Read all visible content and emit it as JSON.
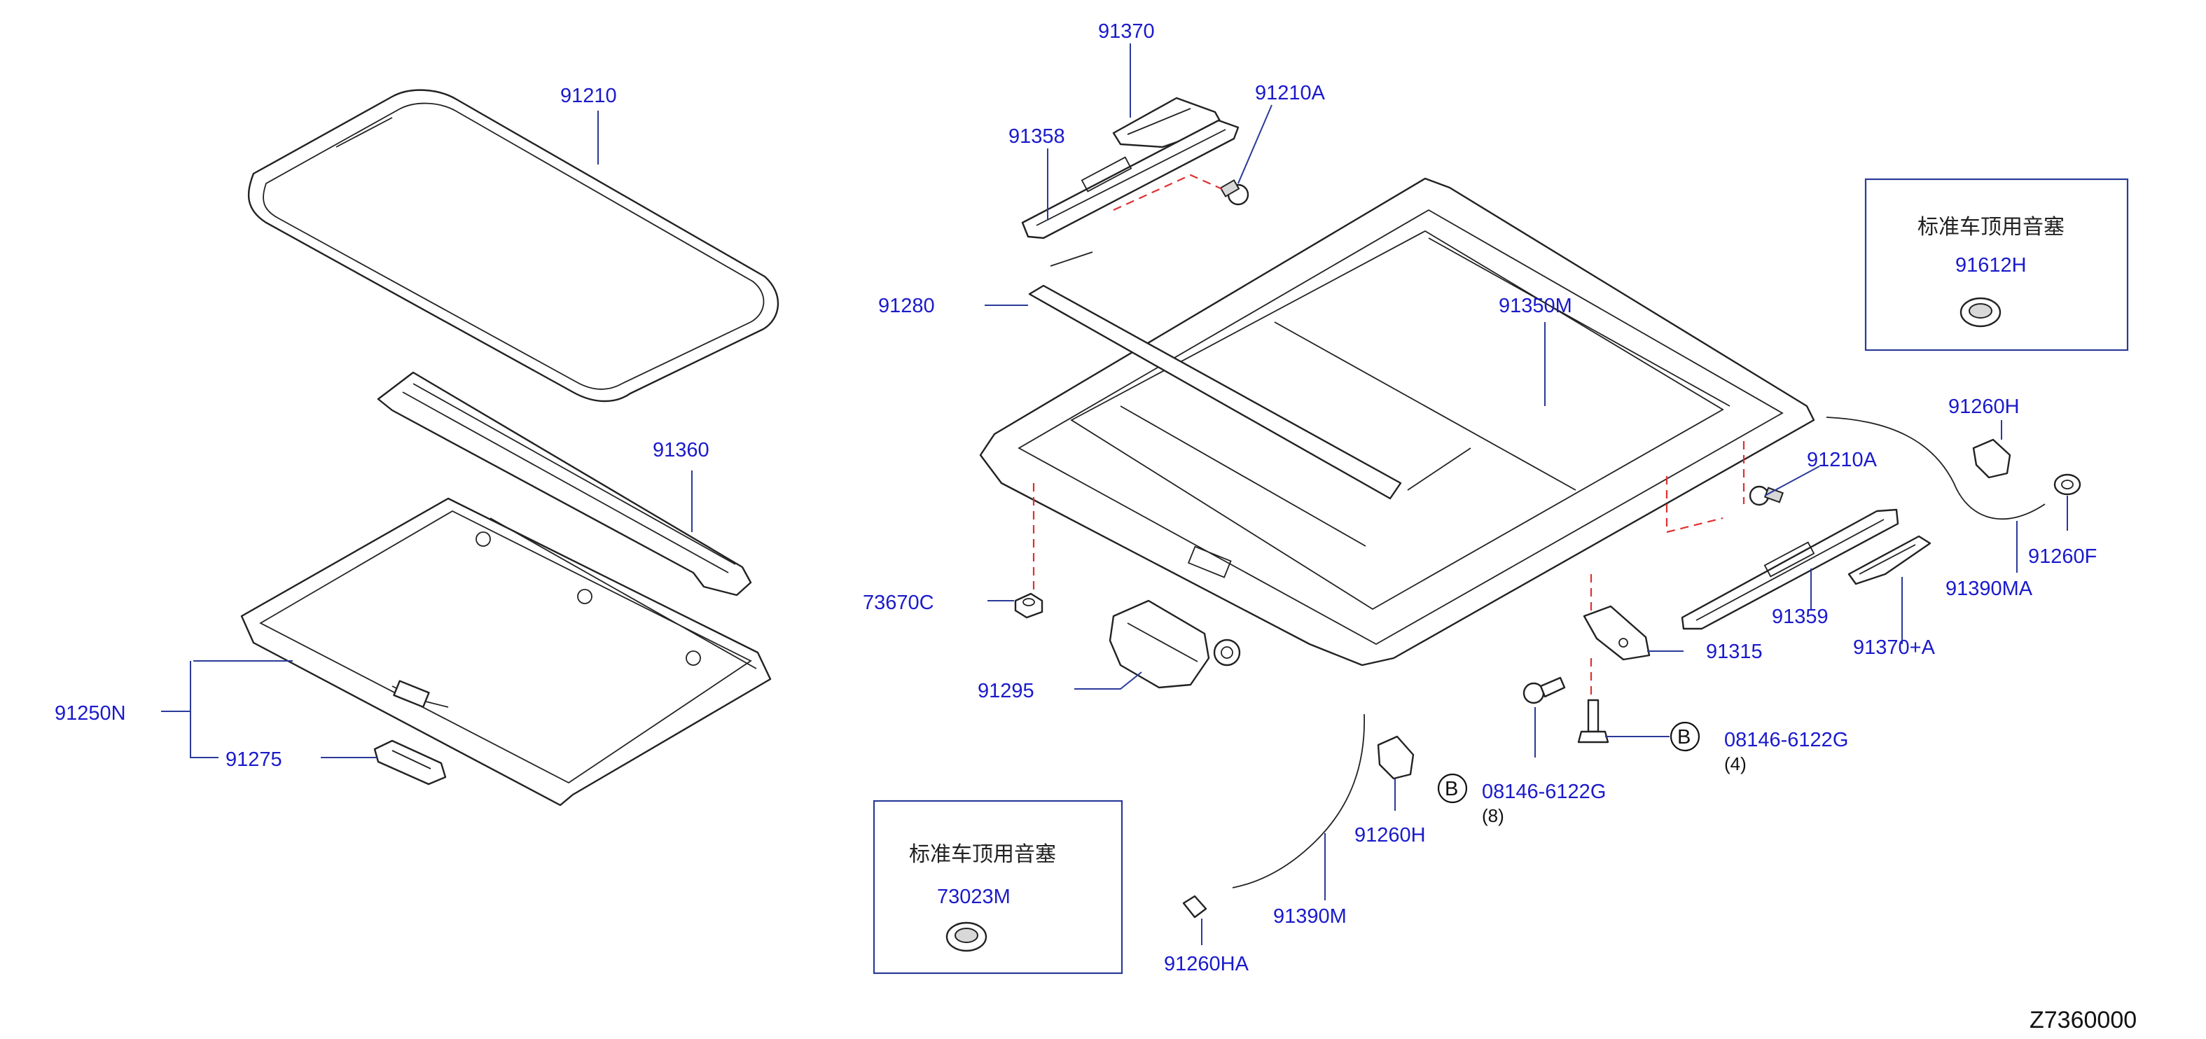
{
  "diagram_code": "Z7360000",
  "labels": {
    "p91210": "91210",
    "p91360": "91360",
    "p91250N": "91250N",
    "p91275": "91275",
    "p91370": "91370",
    "p91358": "91358",
    "p91210A_top": "91210A",
    "p91280": "91280",
    "p91350M": "91350M",
    "p73670C": "73670C",
    "p91295": "91295",
    "p91210A_right": "91210A",
    "p91359": "91359",
    "p91315": "91315",
    "p91370A": "91370+A",
    "p91260H_right": "91260H",
    "p91260F": "91260F",
    "p91390MA": "91390MA",
    "p91260H_bottom": "91260H",
    "p91390M": "91390M",
    "p91260HA": "91260HA",
    "p91612H": "91612H",
    "p73023M": "73023M"
  },
  "bolts": {
    "right": {
      "marker": "B",
      "part": "08146-6122G",
      "qty": "(4)"
    },
    "left": {
      "marker": "B",
      "part": "08146-6122G",
      "qty": "(8)"
    }
  },
  "notes": {
    "top_right": "标准车顶用音塞",
    "bottom_left": "标准车顶用音塞"
  },
  "colors": {
    "part_number": "#1a1acc",
    "leader_line": "#2a3a99",
    "dashed_guide": "#e03030",
    "outline": "#222222"
  }
}
